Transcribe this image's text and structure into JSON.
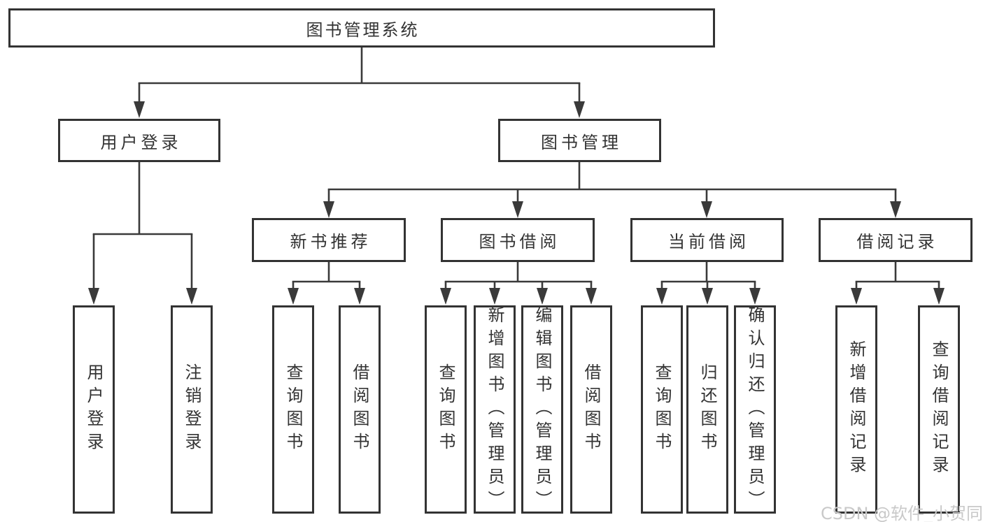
{
  "diagram": {
    "root": "图书管理系统",
    "branches": [
      {
        "label": "用户登录",
        "leaves": [
          "用户登录",
          "注销登录"
        ]
      },
      {
        "label": "图书管理",
        "children": [
          {
            "label": "新书推荐",
            "leaves": [
              "查询图书",
              "借阅图书"
            ]
          },
          {
            "label": "图书借阅",
            "leaves": [
              "查询图书",
              "新增图书（管理员）",
              "编辑图书（管理员）",
              "借阅图书"
            ]
          },
          {
            "label": "当前借阅",
            "leaves": [
              "查询图书",
              "归还图书",
              "确认归还（管理员）"
            ]
          },
          {
            "label": "借阅记录",
            "leaves": [
              "新增借阅记录",
              "查询借阅记录"
            ]
          }
        ]
      }
    ]
  },
  "watermark": "CSDN @软件_小贺同学",
  "colors": {
    "line": "#3a3a3a",
    "border": "#333333",
    "text": "#333333",
    "watermark": "#c9c9c9",
    "background": "#ffffff"
  }
}
